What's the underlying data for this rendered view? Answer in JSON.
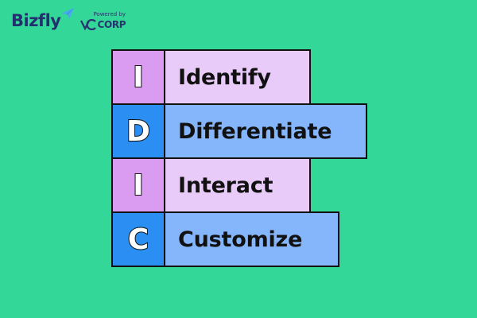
{
  "brand": {
    "name": "Bizfly",
    "powered_by": "Powered by",
    "partner_suffix": "CORP",
    "partner_prefix": "VC"
  },
  "colors": {
    "background": "#33d898",
    "purple_letter": "#d99cf0",
    "purple_word": "#e8cbf8",
    "blue_letter": "#2b8ef2",
    "blue_word": "#85b5fa"
  },
  "idic": [
    {
      "letter": "I",
      "word": "Identify",
      "scheme": "purple"
    },
    {
      "letter": "D",
      "word": "Differentiate",
      "scheme": "blue"
    },
    {
      "letter": "I",
      "word": "Interact",
      "scheme": "purple"
    },
    {
      "letter": "C",
      "word": "Customize",
      "scheme": "blue"
    }
  ]
}
